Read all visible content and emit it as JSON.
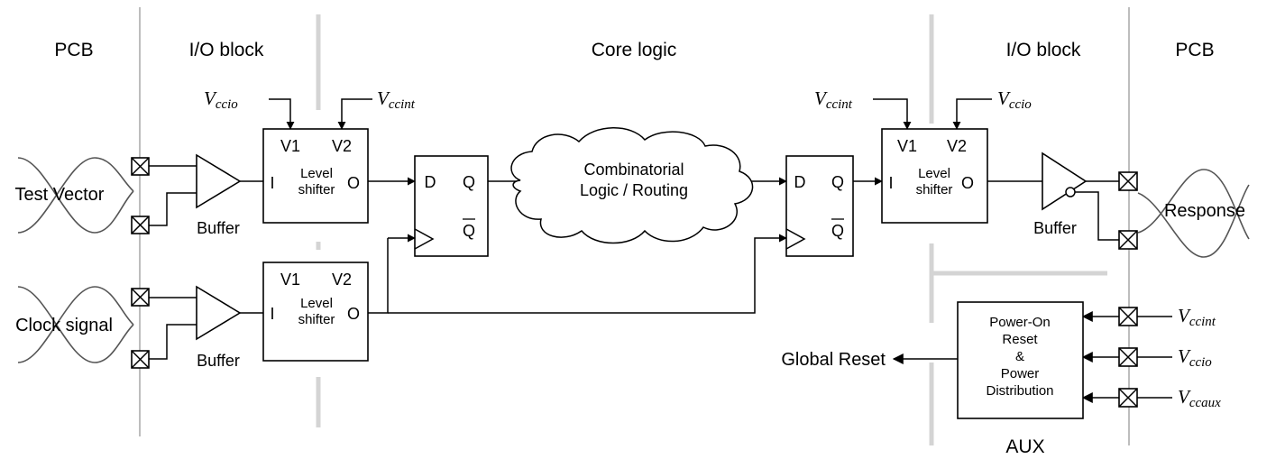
{
  "regions": {
    "pcb_left": "PCB",
    "io_left": "I/O block",
    "core": "Core logic",
    "io_right": "I/O block",
    "pcb_right": "PCB",
    "aux": "AUX"
  },
  "signals": {
    "test_vector": "Test Vector",
    "clock_signal": "Clock signal",
    "response": "Response",
    "global_reset": "Global Reset"
  },
  "supplies": {
    "vccio_base": "V",
    "vccio_sub": "ccio",
    "vccint_base": "V",
    "vccint_sub": "ccint",
    "vccaux_base": "V",
    "vccaux_sub": "ccaux"
  },
  "blocks": {
    "buffer": "Buffer",
    "level_shifter_line1": "Level",
    "level_shifter_line2": "shifter",
    "ls_v1": "V1",
    "ls_v2": "V2",
    "ls_in": "I",
    "ls_out": "O",
    "ff_d": "D",
    "ff_q": "Q",
    "ff_qbar": "Q",
    "cloud_line1": "Combinatorial",
    "cloud_line2": "Logic / Routing",
    "por_line1": "Power-On",
    "por_line2": "Reset",
    "por_line3": "&",
    "por_line4": "Power",
    "por_line5": "Distribution"
  }
}
